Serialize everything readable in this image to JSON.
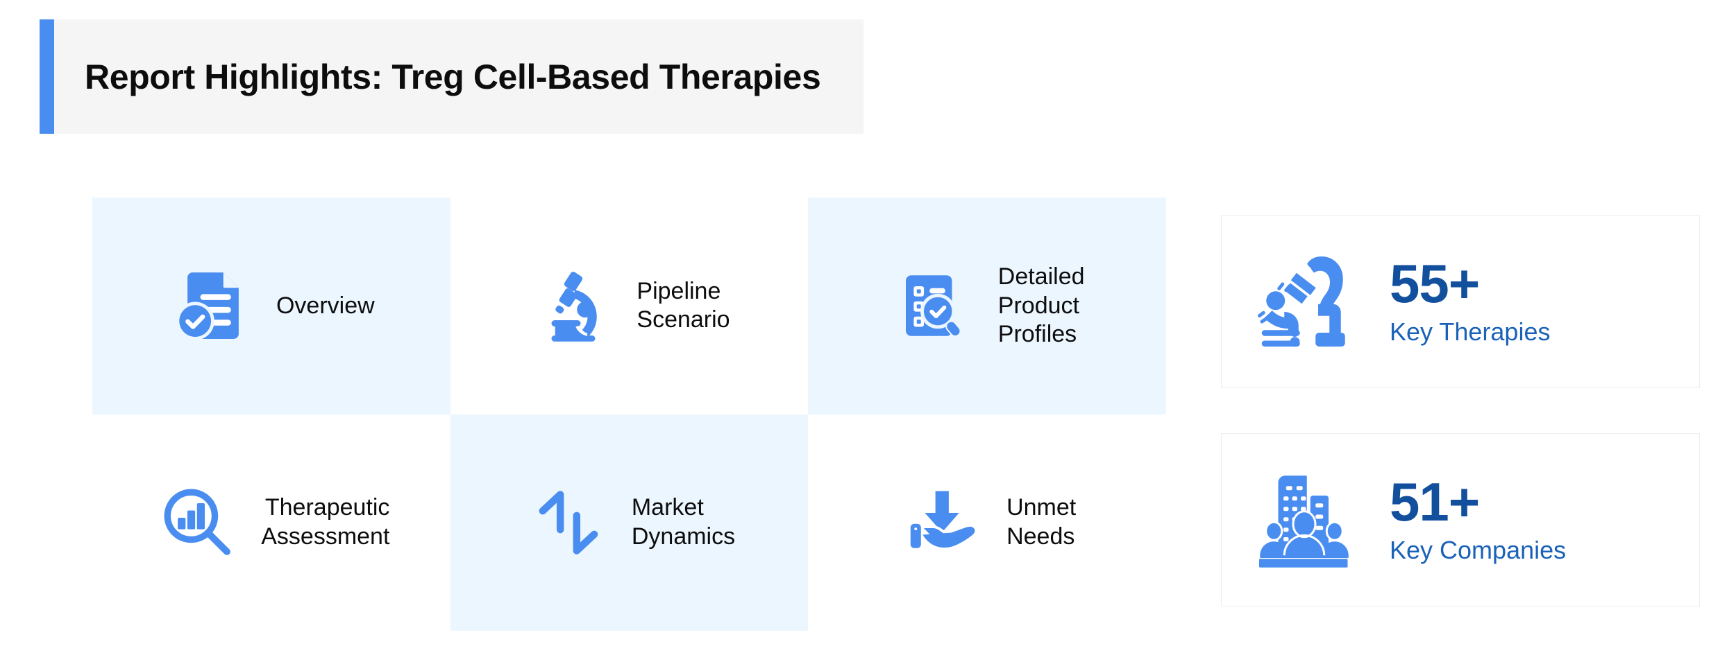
{
  "header": {
    "title": "Report Highlights: Treg Cell-Based Therapies",
    "accent_color": "#4a8df0",
    "band_background": "#f5f5f5"
  },
  "theme": {
    "icon_blue": "#4a8df0",
    "tint_background": "#ebf6fe",
    "stat_value_color": "#12509e",
    "stat_caption_color": "#1a62b8",
    "card_border": "#eceef0"
  },
  "features": [
    {
      "label": "Overview",
      "icon": "document-check-icon",
      "tinted": true,
      "align": "left"
    },
    {
      "label": "Pipeline\nScenario",
      "icon": "microscope-icon",
      "tinted": false,
      "align": "left"
    },
    {
      "label": "Detailed\nProduct\nProfiles",
      "icon": "clipboard-search-icon",
      "tinted": true,
      "align": "left"
    },
    {
      "label": "Therapeutic\nAssessment",
      "icon": "chart-magnifier-icon",
      "tinted": false,
      "align": "right"
    },
    {
      "label": "Market\nDynamics",
      "icon": "up-down-arrows-icon",
      "tinted": true,
      "align": "left"
    },
    {
      "label": "Unmet\nNeeds",
      "icon": "hand-arrow-down-icon",
      "tinted": false,
      "align": "left"
    }
  ],
  "stats": [
    {
      "value": "55+",
      "caption": "Key Therapies",
      "icon": "scientist-microscope-icon"
    },
    {
      "value": "51+",
      "caption": "Key Companies",
      "icon": "buildings-people-icon"
    }
  ]
}
